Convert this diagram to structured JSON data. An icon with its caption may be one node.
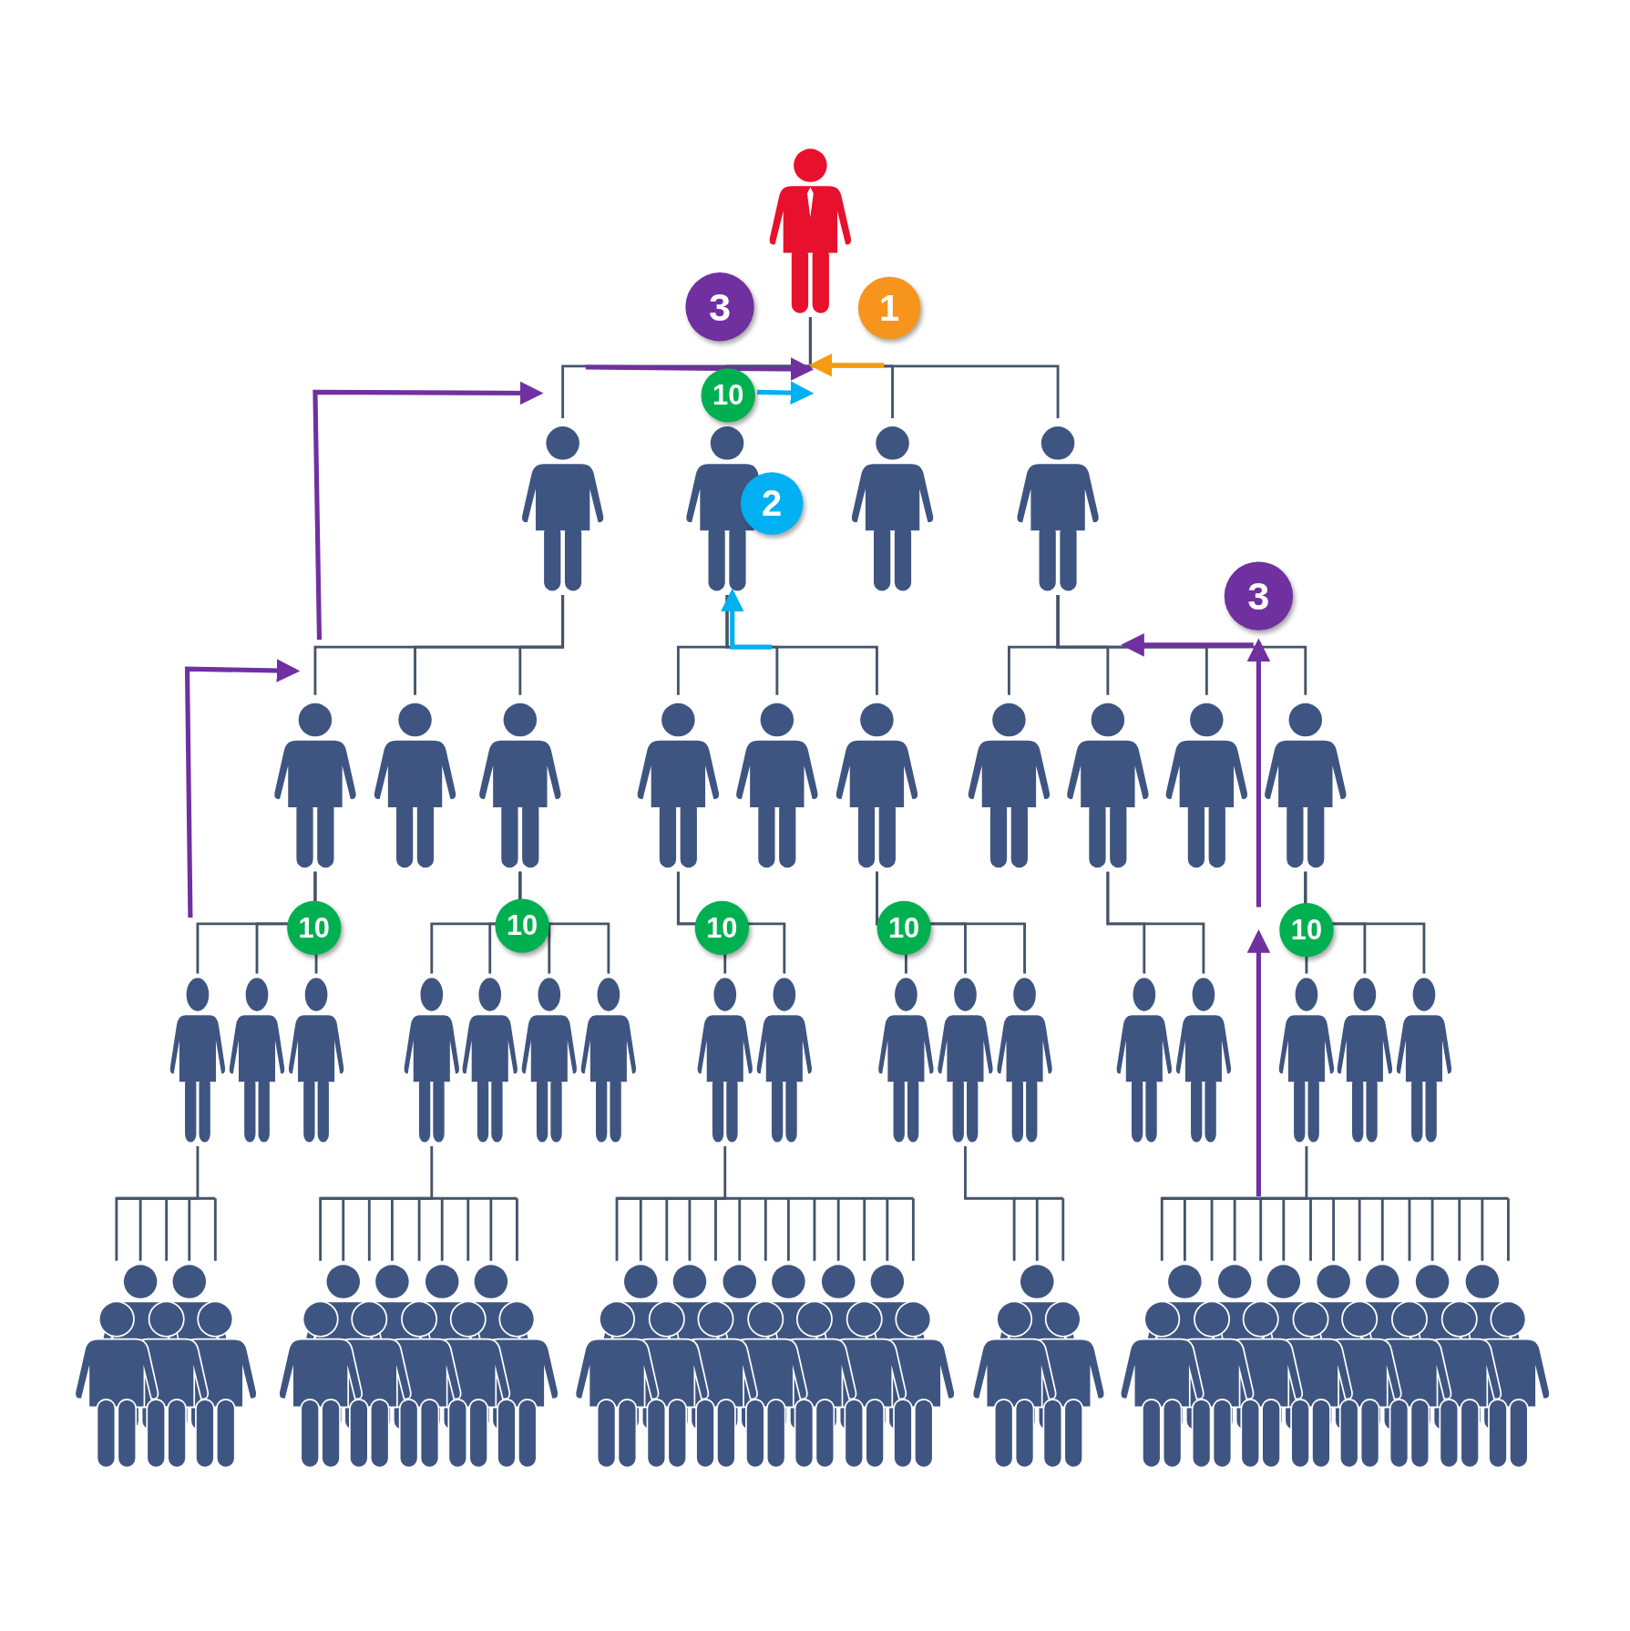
{
  "diagram": {
    "nodes": [
      {
        "text": [],
        "shape": "person"
      },
      {
        "text": [],
        "shape": "person"
      },
      {
        "text": [],
        "shape": "person"
      },
      {
        "text": [],
        "shape": "person"
      },
      {
        "text": [],
        "shape": "person"
      },
      {
        "text": [],
        "shape": "person"
      },
      {
        "text": [],
        "shape": "person"
      },
      {
        "text": [],
        "shape": "person"
      },
      {
        "text": [],
        "shape": "person"
      },
      {
        "text": [],
        "shape": "person"
      },
      {
        "text": [],
        "shape": "person"
      },
      {
        "text": [],
        "shape": "person"
      },
      {
        "text": [],
        "shape": "person"
      },
      {
        "text": [],
        "shape": "person"
      },
      {
        "text": [],
        "shape": "person"
      },
      {
        "text": [],
        "shape": "person"
      },
      {
        "text": [],
        "shape": "person"
      },
      {
        "text": [],
        "shape": "person"
      },
      {
        "text": [],
        "shape": "person"
      },
      {
        "text": [],
        "shape": "person"
      },
      {
        "text": [],
        "shape": "person"
      },
      {
        "text": [],
        "shape": "person"
      },
      {
        "text": [],
        "shape": "person"
      },
      {
        "text": [],
        "shape": "person"
      },
      {
        "text": [],
        "shape": "person"
      },
      {
        "text": [],
        "shape": "person"
      },
      {
        "text": [],
        "shape": "person"
      },
      {
        "text": [],
        "shape": "person"
      },
      {
        "text": [],
        "shape": "person"
      },
      {
        "text": [],
        "shape": "person"
      },
      {
        "text": [],
        "shape": "person"
      },
      {
        "text": [],
        "shape": "person"
      },
      {
        "text": [],
        "shape": "people"
      },
      {
        "text": [],
        "shape": "people"
      },
      {
        "text": [],
        "shape": "people"
      },
      {
        "text": [],
        "shape": "people"
      },
      {
        "text": [],
        "shape": "people"
      }
    ],
    "edges": [
      {
        "from": 0,
        "to": 1,
        "arrow": "none"
      },
      {
        "from": 0,
        "to": 2,
        "arrow": "none"
      },
      {
        "from": 0,
        "to": 3,
        "arrow": "none"
      },
      {
        "from": 0,
        "to": 4,
        "arrow": "none"
      },
      {
        "from": 1,
        "to": 5,
        "arrow": "none"
      },
      {
        "from": 1,
        "to": 6,
        "arrow": "none"
      },
      {
        "from": 1,
        "to": 7,
        "arrow": "none"
      },
      {
        "from": 2,
        "to": 8,
        "arrow": "none"
      },
      {
        "from": 2,
        "to": 9,
        "arrow": "none"
      },
      {
        "from": 2,
        "to": 10,
        "arrow": "none"
      },
      {
        "from": 4,
        "to": 11,
        "arrow": "none"
      },
      {
        "from": 4,
        "to": 12,
        "arrow": "none"
      },
      {
        "from": 4,
        "to": 13,
        "arrow": "none"
      },
      {
        "from": 4,
        "to": 14,
        "arrow": "none"
      },
      {
        "from": 5,
        "to": 15,
        "arrow": "none"
      },
      {
        "from": 5,
        "to": 16,
        "arrow": "none"
      },
      {
        "from": 5,
        "to": 17,
        "arrow": "none"
      },
      {
        "from": 7,
        "to": 18,
        "arrow": "none"
      },
      {
        "from": 7,
        "to": 19,
        "arrow": "none"
      },
      {
        "from": 7,
        "to": 20,
        "arrow": "none"
      },
      {
        "from": 7,
        "to": 21,
        "arrow": "none"
      },
      {
        "from": 8,
        "to": 22,
        "arrow": "none"
      },
      {
        "from": 8,
        "to": 23,
        "arrow": "none"
      },
      {
        "from": 10,
        "to": 24,
        "arrow": "none"
      },
      {
        "from": 10,
        "to": 25,
        "arrow": "none"
      },
      {
        "from": 10,
        "to": 26,
        "arrow": "none"
      },
      {
        "from": 12,
        "to": 27,
        "arrow": "none"
      },
      {
        "from": 12,
        "to": 28,
        "arrow": "none"
      },
      {
        "from": 14,
        "to": 29,
        "arrow": "none"
      },
      {
        "from": 14,
        "to": 30,
        "arrow": "none"
      },
      {
        "from": 14,
        "to": 31,
        "arrow": "none"
      },
      {
        "from": 15,
        "to": 32,
        "arrow": "none"
      },
      {
        "from": 18,
        "to": 33,
        "arrow": "none"
      },
      {
        "from": 22,
        "to": 34,
        "arrow": "none"
      },
      {
        "from": 25,
        "to": 35,
        "arrow": "none"
      },
      {
        "from": 29,
        "to": 36,
        "arrow": "none"
      }
    ],
    "labels": [
      "3",
      "1",
      "10",
      "2",
      "3",
      "10",
      "10",
      "10",
      "10",
      "10"
    ]
  }
}
